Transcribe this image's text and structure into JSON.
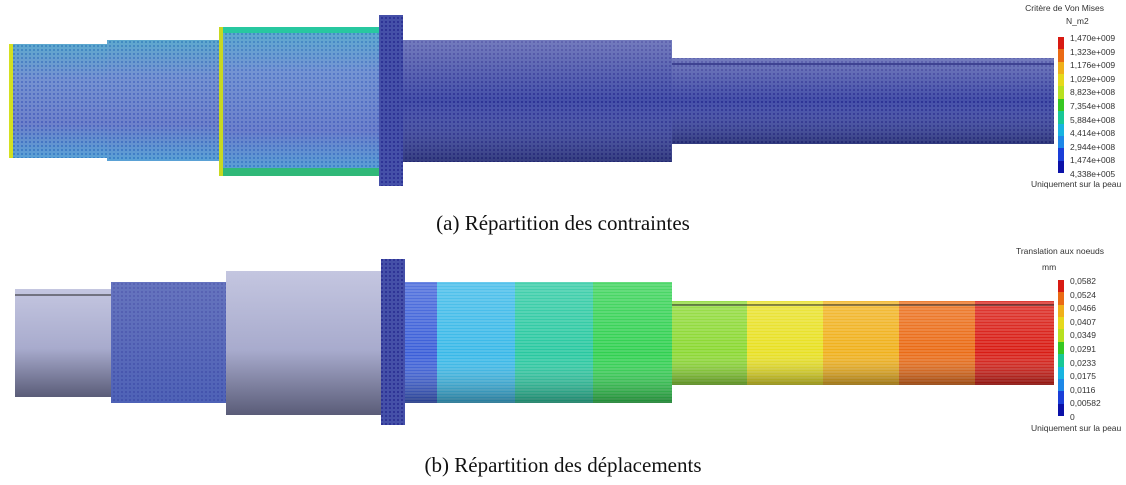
{
  "panel_a": {
    "caption": "(a) Répartition des contraintes",
    "legend": {
      "title": "Critère de Von Mises",
      "unit": "N_m2",
      "footer": "Uniquement sur la peau",
      "ticks": [
        "1,470e+009",
        "1,323e+009",
        "1,176e+009",
        "1,029e+009",
        "8,823e+008",
        "7,354e+008",
        "5,884e+008",
        "4,414e+008",
        "2,944e+008",
        "1,474e+008",
        "4,338e+005"
      ],
      "colors": [
        "#d81a12",
        "#ea6a14",
        "#f0b01a",
        "#e6d91c",
        "#b8e020",
        "#36c822",
        "#18c896",
        "#18b4e0",
        "#1e88e8",
        "#1a3ed8",
        "#0b11a8"
      ]
    }
  },
  "panel_b": {
    "caption": "(b) Répartition des déplacements",
    "legend": {
      "title": "Translation aux noeuds",
      "unit": "mm",
      "footer": "Uniquement sur la peau",
      "ticks": [
        "0,0582",
        "0,0524",
        "0,0466",
        "0,0407",
        "0,0349",
        "0,0291",
        "0,0233",
        "0,0175",
        "0,0116",
        "0,00582",
        "0"
      ],
      "colors": [
        "#d81a12",
        "#ea6a14",
        "#f0b01a",
        "#e6d91c",
        "#b8e020",
        "#36c822",
        "#18c896",
        "#18b4e0",
        "#1e88e8",
        "#1a3ed8",
        "#0b11a8"
      ]
    }
  }
}
